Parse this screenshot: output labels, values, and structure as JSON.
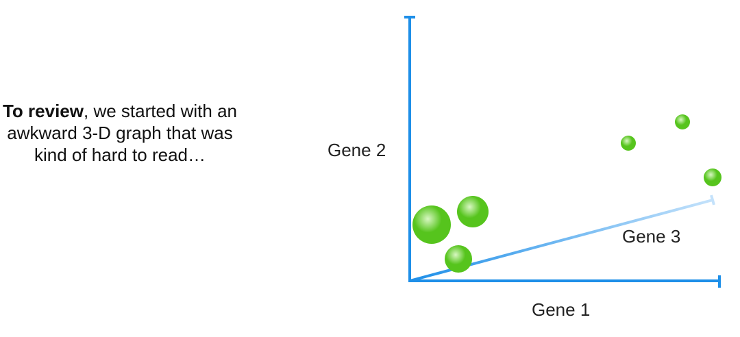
{
  "caption": {
    "bold": "To review",
    "rest": ", we started with an awkward 3-D graph that was kind of hard to read…"
  },
  "axes": {
    "x_label": "Gene 1",
    "y_label": "Gene 2",
    "z_label": "Gene 3"
  },
  "colors": {
    "axis": "#1e8fe8",
    "axis_fade": "#c4e2fb",
    "point": "#56c41d",
    "point_highlight": "#d8f7c2",
    "text": "#222222"
  }
}
